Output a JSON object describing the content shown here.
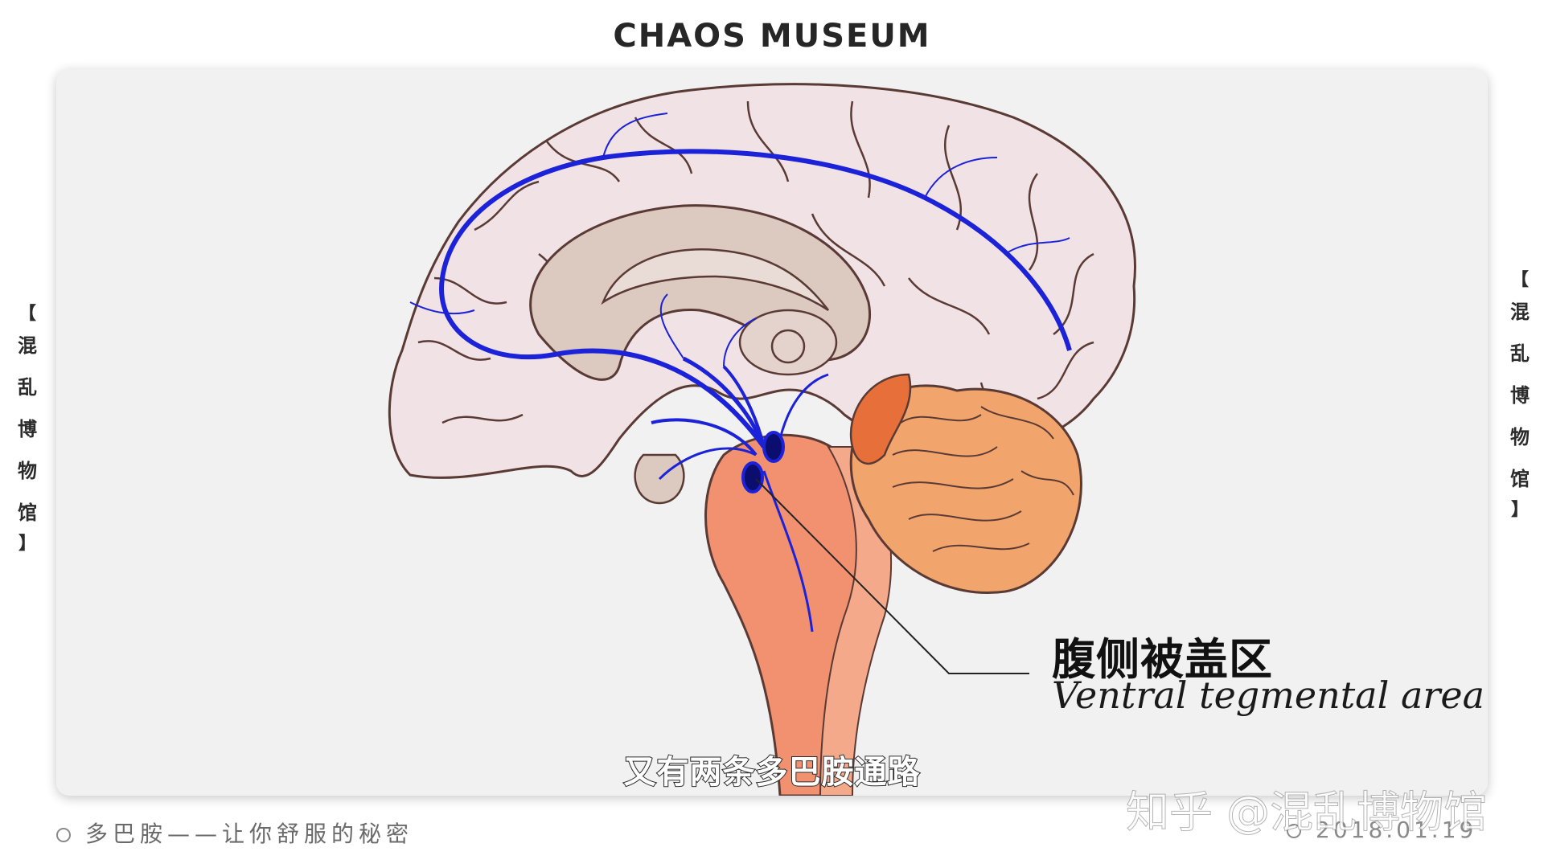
{
  "header": {
    "title": "CHAOS MUSEUM"
  },
  "side_label": {
    "open": "【",
    "chars": [
      "混",
      "乱",
      "博",
      "物",
      "馆"
    ],
    "close": "】"
  },
  "diagram": {
    "callout_zh": "腹侧被盖区",
    "callout_en": "Ventral tegmental area",
    "colors": {
      "cortex": "#f1e2e6",
      "inner": "#dcc9c0",
      "brainstem": "#f29170",
      "cerebellum_outer": "#f2a46d",
      "cerebellum_inner": "#e7703a",
      "pathway": "#1b22d8"
    }
  },
  "subtitle": "又有两条多巴胺通路",
  "footer": {
    "left": "多巴胺——让你舒服的秘密",
    "date": "2018.01.19"
  },
  "watermark": "知乎 @混乱博物馆"
}
